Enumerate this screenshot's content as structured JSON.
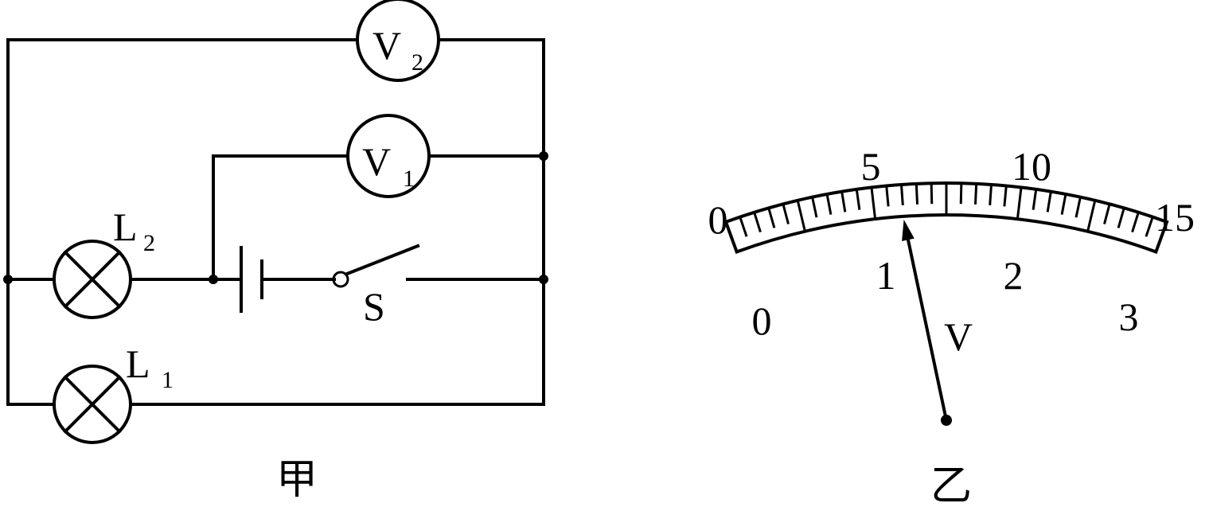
{
  "figure_a": {
    "caption": "甲",
    "meters": {
      "v2": {
        "letter": "V",
        "subscript": "2"
      },
      "v1": {
        "letter": "V",
        "subscript": "1"
      }
    },
    "lamps": {
      "l2": {
        "letter": "L",
        "subscript": "2"
      },
      "l1": {
        "letter": "L",
        "subscript": "1"
      }
    },
    "switch_label": "S"
  },
  "figure_b": {
    "caption": "乙",
    "unit": "V",
    "outer_scale": [
      "0",
      "5",
      "10",
      "15"
    ],
    "inner_scale": [
      "0",
      "1",
      "2",
      "3"
    ],
    "pointer_reading_fraction": 0.4
  }
}
